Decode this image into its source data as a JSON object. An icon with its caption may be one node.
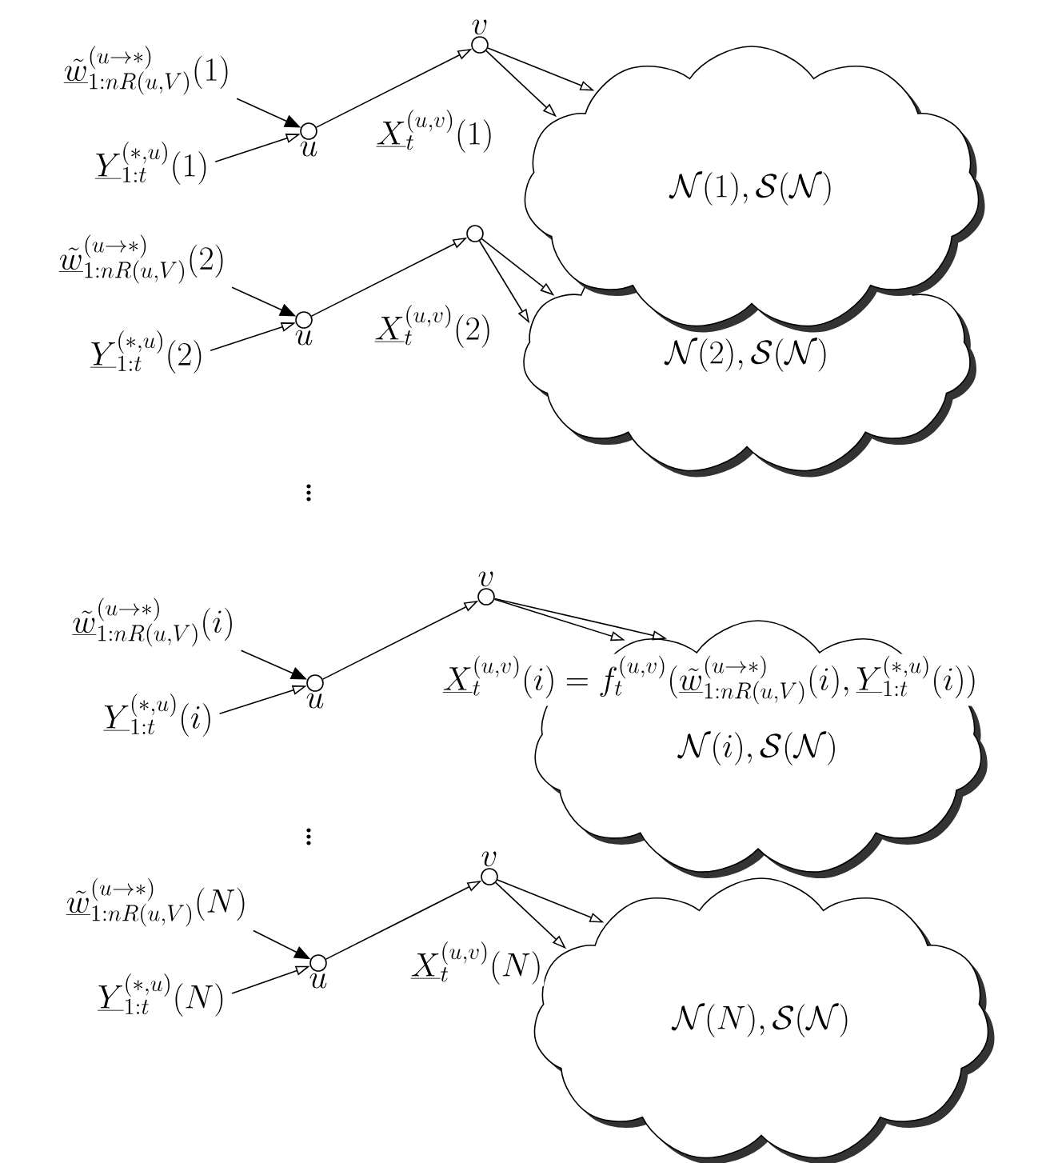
{
  "diagram": {
    "nodes": [
      {
        "text": [
          "\\underline{\\tilde{w}}^{(u\\to *)}_{1:nR(u,V)}(1)"
        ]
      },
      {
        "text": [
          "\\underline{Y}^{(*,u)}_{1:t}(1)"
        ]
      },
      {
        "text": [],
        "shape": "circle",
        "beside": [
          "u"
        ]
      },
      {
        "text": [],
        "shape": "circle",
        "beside": [
          "v"
        ]
      },
      {
        "text": [
          "\\mathcal{N}(1), \\mathcal{S}(\\mathcal{N})"
        ]
      },
      {
        "text": [
          "\\underline{\\tilde{w}}^{(u\\to *)}_{1:nR(u,V)}(2)"
        ]
      },
      {
        "text": [
          "\\underline{Y}^{(*,u)}_{1:t}(2)"
        ]
      },
      {
        "text": [],
        "shape": "circle",
        "beside": [
          "u"
        ]
      },
      {
        "text": [],
        "shape": "circle"
      },
      {
        "text": [
          "\\mathcal{N}(2), \\mathcal{S}(\\mathcal{N})"
        ]
      },
      {
        "text": [
          "\\underline{\\tilde{w}}^{(u\\to *)}_{1:nR(u,V)}(i)"
        ]
      },
      {
        "text": [
          "\\underline{Y}^{(*,u)}_{1:t}(i)"
        ]
      },
      {
        "text": [],
        "shape": "circle",
        "beside": [
          "u"
        ]
      },
      {
        "text": [],
        "shape": "circle",
        "beside": [
          "v"
        ]
      },
      {
        "text": [
          "\\mathcal{N}(i), \\mathcal{S}(\\mathcal{N})"
        ]
      },
      {
        "text": [
          "\\underline{\\tilde{w}}^{(u\\to *)}_{1:nR(u,V)}(N)"
        ]
      },
      {
        "text": [
          "\\underline{Y}^{(*,u)}_{1:t}(N)"
        ]
      },
      {
        "text": [],
        "shape": "circle",
        "beside": [
          "u"
        ]
      },
      {
        "text": [],
        "shape": "circle",
        "beside": [
          "v"
        ]
      },
      {
        "text": [
          "\\mathcal{N}(N), \\mathcal{S}(\\mathcal{N})"
        ]
      }
    ],
    "edges": [
      {
        "from": 0,
        "to": 2,
        "arrow": "to"
      },
      {
        "from": 1,
        "to": 2,
        "arrow": "to"
      },
      {
        "from": 2,
        "to": 3,
        "arrow": "to",
        "label": "\\underline{X}_t^{(u,v)}(1)"
      },
      {
        "from": 3,
        "to": 4,
        "arrow": "to"
      },
      {
        "from": 3,
        "to": 4,
        "arrow": "to"
      },
      {
        "from": 5,
        "to": 7,
        "arrow": "to"
      },
      {
        "from": 6,
        "to": 7,
        "arrow": "to"
      },
      {
        "from": 7,
        "to": 8,
        "arrow": "to",
        "label": "\\underline{X}_t^{(u,v)}(2)"
      },
      {
        "from": 8,
        "to": 9,
        "arrow": "to"
      },
      {
        "from": 8,
        "to": 9,
        "arrow": "to"
      },
      {
        "from": 10,
        "to": 12,
        "arrow": "to"
      },
      {
        "from": 11,
        "to": 12,
        "arrow": "to"
      },
      {
        "from": 12,
        "to": 13,
        "arrow": "to",
        "label": "\\underline{X}_t^{(u,v)}(i) = f_t^{(u,v)}(\\underline{\\tilde{w}}^{(u\\to *)}_{1:nR(u,V)}(i), \\underline{Y}^{(*,u)}_{1:t}(i))"
      },
      {
        "from": 13,
        "to": 14,
        "arrow": "to"
      },
      {
        "from": 13,
        "to": 14,
        "arrow": "to"
      },
      {
        "from": 15,
        "to": 17,
        "arrow": "to"
      },
      {
        "from": 16,
        "to": 17,
        "arrow": "to"
      },
      {
        "from": 17,
        "to": 18,
        "arrow": "to",
        "label": "\\underline{X}_t^{(u,v)}(N)"
      },
      {
        "from": 18,
        "to": 19,
        "arrow": "to"
      },
      {
        "from": 18,
        "to": 19,
        "arrow": "to"
      }
    ],
    "labels": [
      "\\vdots",
      "\\vdots"
    ]
  }
}
